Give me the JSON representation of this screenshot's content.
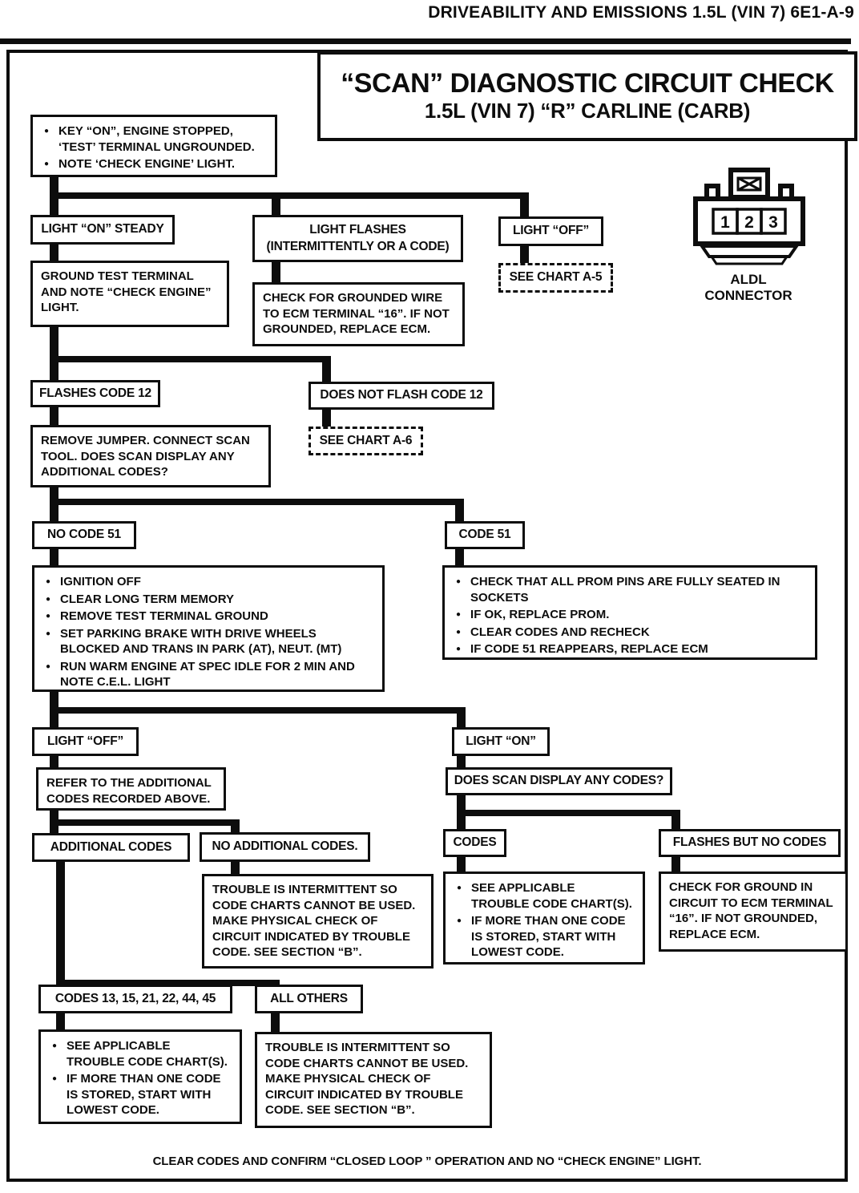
{
  "header": {
    "text": "DRIVEABILITY AND EMISSIONS  1.5L  (VIN 7)  6E1-A-9"
  },
  "title": {
    "line1": "“SCAN” DIAGNOSTIC CIRCUIT CHECK",
    "line2": "1.5L  (VIN 7)  “R”  CARLINE  (CARB)"
  },
  "aldl": {
    "pin1": "1",
    "pin2": "2",
    "pin3": "3",
    "label1": "ALDL",
    "label2": "CONNECTOR"
  },
  "nodes": {
    "start": {
      "bullets": [
        "KEY “ON”, ENGINE STOPPED, ‘TEST’ TERMINAL UNGROUNDED.",
        "NOTE ‘CHECK ENGINE’ LIGHT."
      ]
    },
    "light_on_steady": {
      "label": "LIGHT “ON” STEADY"
    },
    "light_flashes": {
      "line1": "LIGHT FLASHES",
      "line2": "(INTERMITTENTLY OR A CODE)"
    },
    "light_off": {
      "label": "LIGHT “OFF”"
    },
    "see_chart_a5": {
      "label": "SEE CHART A-5"
    },
    "ground_test": {
      "text": "GROUND TEST TERMINAL AND NOTE “CHECK ENGINE” LIGHT."
    },
    "check_grounded_wire": {
      "text": "CHECK FOR GROUNDED WIRE TO ECM TERMINAL “16”.  IF NOT GROUNDED, REPLACE ECM."
    },
    "flashes_code_12": {
      "label": "FLASHES CODE 12"
    },
    "does_not_flash_code_12": {
      "label": "DOES NOT FLASH CODE 12"
    },
    "see_chart_a6": {
      "label": "SEE CHART A-6"
    },
    "remove_jumper": {
      "text": "REMOVE JUMPER. CONNECT SCAN TOOL. DOES SCAN DISPLAY ANY ADDITIONAL CODES?"
    },
    "no_code_51": {
      "label": "NO CODE 51"
    },
    "code_51": {
      "label": "CODE 51"
    },
    "no_code_51_steps": {
      "bullets": [
        "IGNITION OFF",
        "CLEAR LONG TERM MEMORY",
        "REMOVE TEST TERMINAL GROUND",
        "SET PARKING BRAKE WITH DRIVE WHEELS BLOCKED AND TRANS IN PARK (AT), NEUT. (MT)",
        "RUN WARM ENGINE AT SPEC IDLE FOR 2 MIN AND NOTE C.E.L. LIGHT"
      ]
    },
    "code_51_steps": {
      "bullets": [
        "CHECK THAT ALL PROM PINS ARE FULLY SEATED IN SOCKETS",
        "IF OK, REPLACE PROM.",
        "CLEAR CODES AND RECHECK",
        "IF CODE 51 REAPPEARS, REPLACE ECM"
      ]
    },
    "light_off_2": {
      "label": "LIGHT “OFF”"
    },
    "refer_additional_codes": {
      "text": "REFER TO THE ADDITIONAL CODES RECORDED ABOVE."
    },
    "light_on_2": {
      "label": "LIGHT “ON”"
    },
    "does_scan_display": {
      "label": "DOES SCAN DISPLAY ANY CODES?"
    },
    "additional_codes": {
      "label": "ADDITIONAL CODES"
    },
    "no_additional_codes": {
      "label": "NO ADDITIONAL CODES."
    },
    "codes": {
      "label": "CODES"
    },
    "flashes_but_no_codes": {
      "label": "FLASHES BUT NO CODES"
    },
    "trouble_intermittent_1": {
      "text": "TROUBLE IS INTERMITTENT SO CODE CHARTS CANNOT BE USED. MAKE PHYSICAL CHECK OF CIRCUIT INDICATED BY TROUBLE CODE.  SEE SECTION “B”."
    },
    "codes_steps": {
      "bullets": [
        "SEE APPLICABLE TROUBLE CODE CHART(S).",
        "IF MORE THAN ONE CODE IS STORED, START WITH LOWEST CODE."
      ]
    },
    "check_ground_circuit": {
      "text": "CHECK FOR GROUND IN CIRCUIT TO ECM TERMINAL “16”.  IF NOT GROUNDED, REPLACE ECM."
    },
    "codes_13_15": {
      "label": "CODES 13, 15, 21, 22, 44, 45"
    },
    "all_others": {
      "label": "ALL OTHERS"
    },
    "codes_13_15_steps": {
      "bullets": [
        "SEE APPLICABLE TROUBLE CODE CHART(S).",
        "IF MORE THAN ONE CODE IS STORED, START WITH LOWEST CODE."
      ]
    },
    "trouble_intermittent_2": {
      "text": "TROUBLE IS INTERMITTENT SO CODE CHARTS CANNOT BE USED. MAKE PHYSICAL CHECK OF CIRCUIT INDICATED BY TROUBLE CODE.  SEE SECTION “B”."
    }
  },
  "footer": {
    "text": "CLEAR CODES AND CONFIRM “CLOSED LOOP ” OPERATION AND NO “CHECK ENGINE” LIGHT."
  },
  "colors": {
    "ink": "#0d0d0d",
    "paper": "#ffffff"
  }
}
